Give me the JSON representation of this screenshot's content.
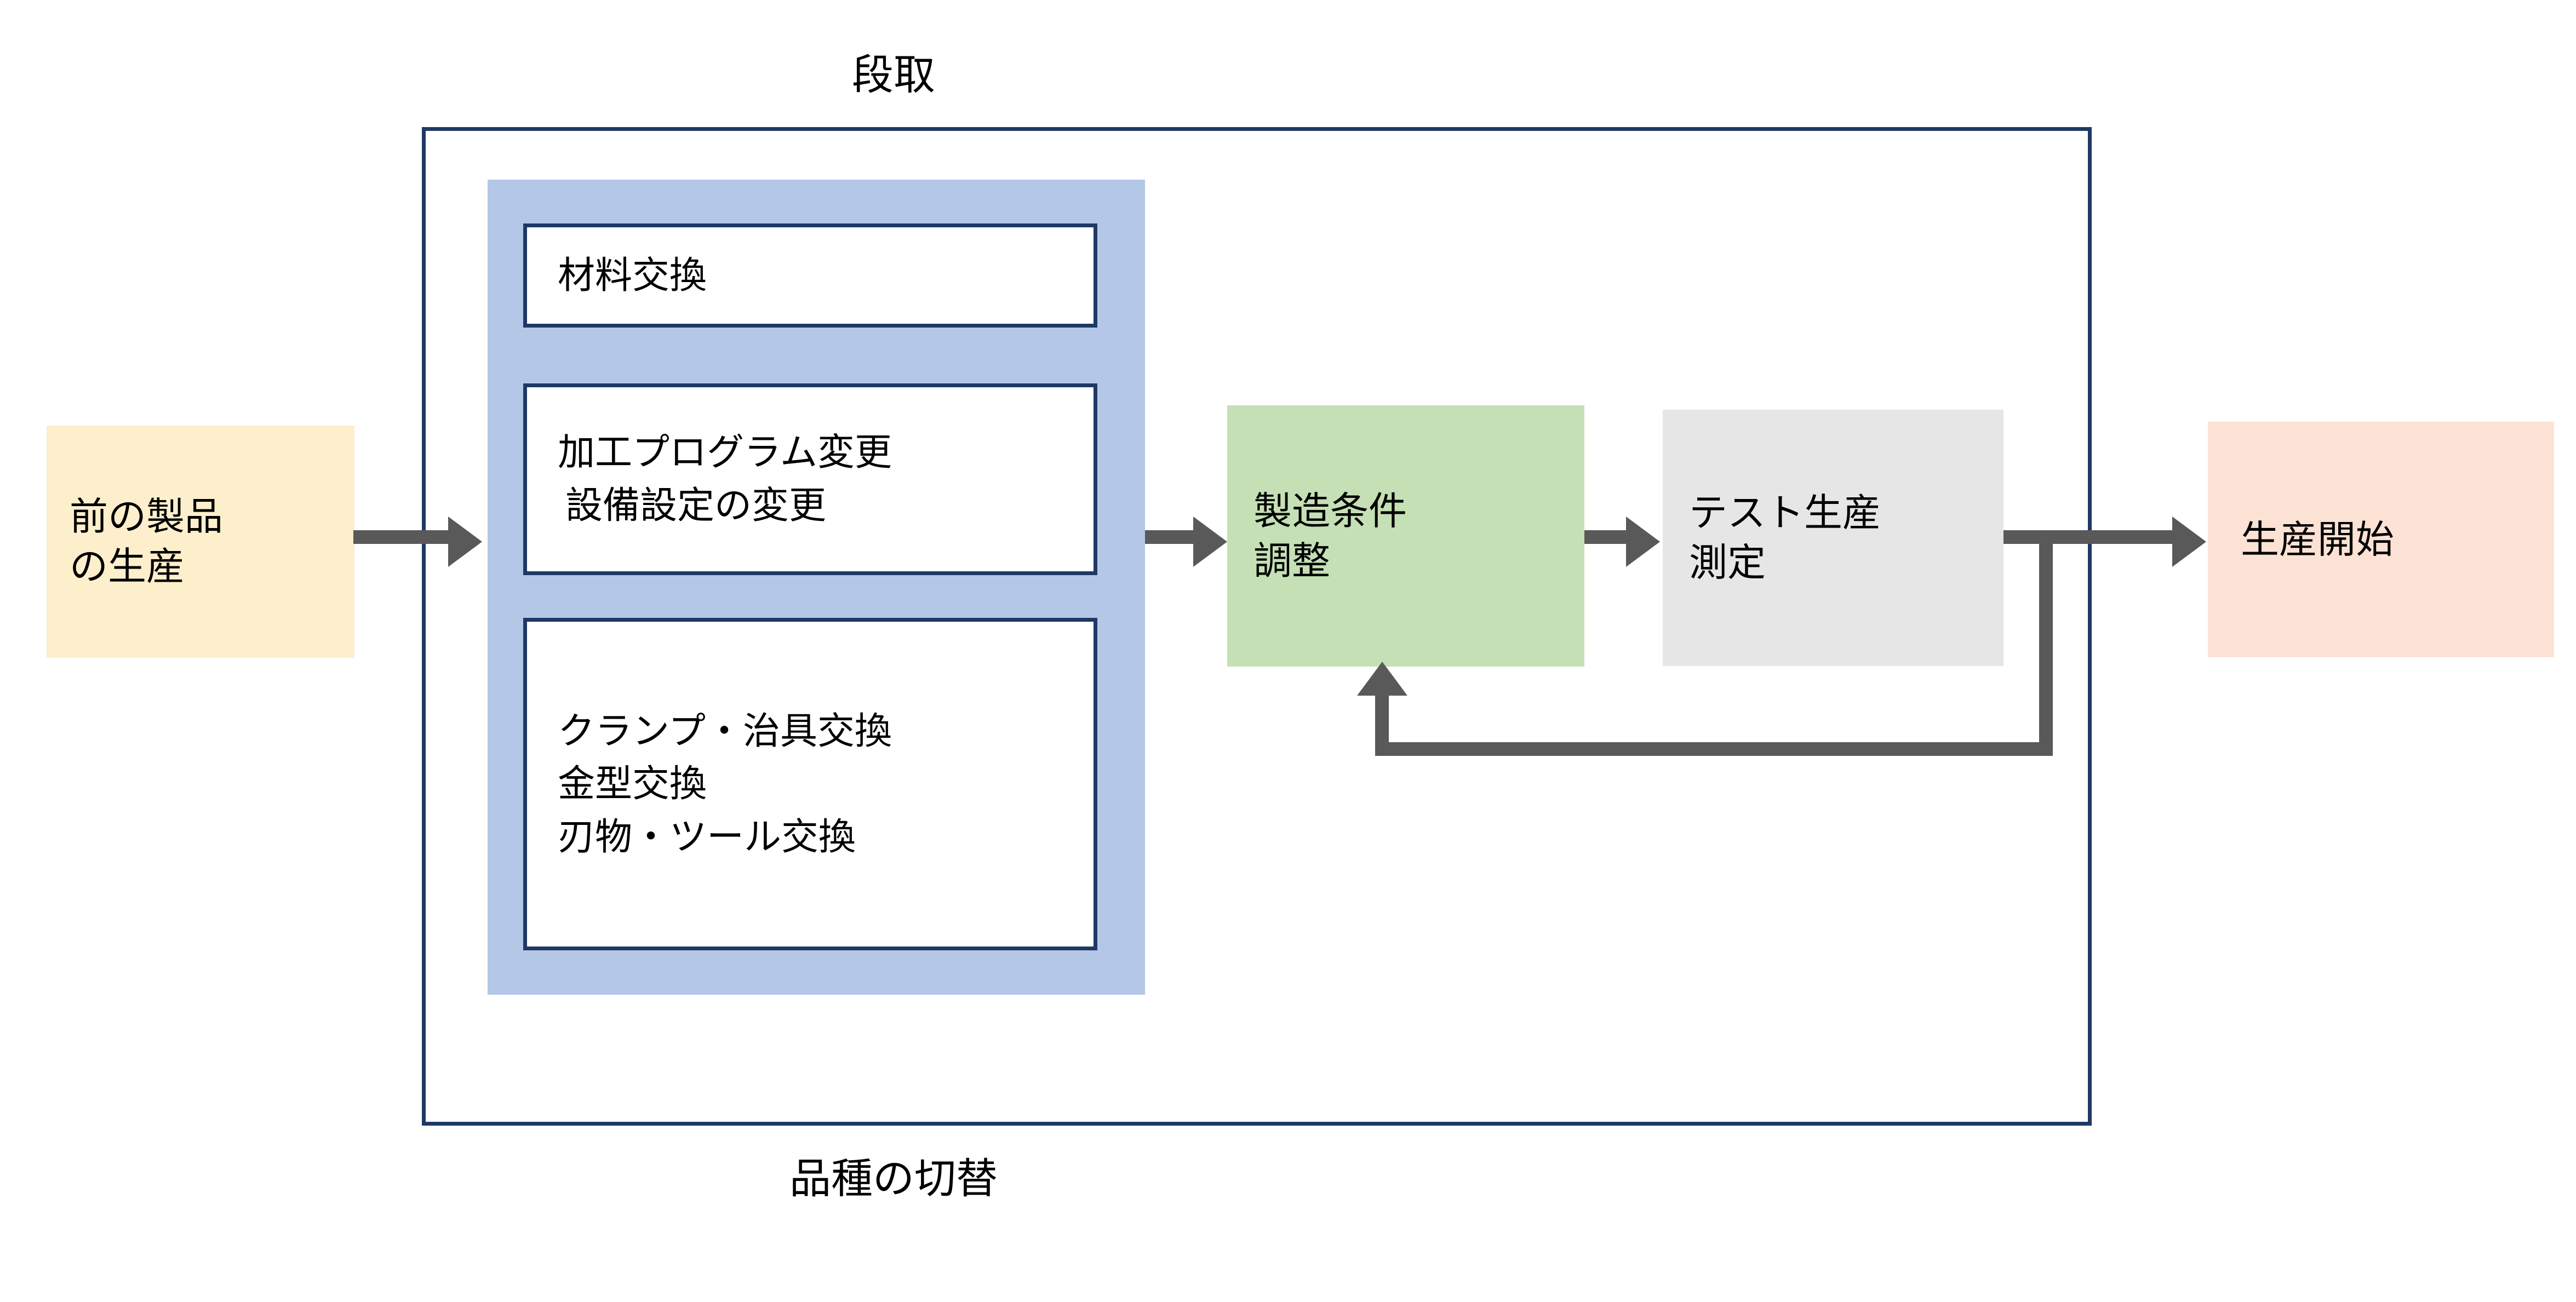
{
  "diagram": {
    "title_top": "段取",
    "title_bottom": "品種の切替",
    "colors": {
      "frame_border": "#1F3864",
      "group_panel": "#B4C7E7",
      "prev_production": "#FDEFCC",
      "condition_adjust": "#C5E0B4",
      "test_production": "#E7E6E6",
      "production_start": "#FBE2D5",
      "arrow": "#595959",
      "text": "#000000"
    },
    "nodes": {
      "prev_production": {
        "label": "前の製品\nの生産",
        "line1": "前の製品",
        "line2": "の生産"
      },
      "condition_adjust": {
        "label": "製造条件\n調整",
        "line1": "製造条件",
        "line2": "調整"
      },
      "test_production": {
        "label": "テスト生産\n測定",
        "line1": "テスト生産",
        "line2": "測定"
      },
      "production_start": {
        "label": "生産開始"
      }
    },
    "changeover_tasks": [
      {
        "id": "material",
        "lines": [
          "材料交換"
        ]
      },
      {
        "id": "program",
        "lines": [
          "加工プログラム変更",
          "設備設定の変更"
        ]
      },
      {
        "id": "tooling",
        "lines": [
          "クランプ・治具交換",
          "金型交換",
          "刃物・ツール交換"
        ]
      }
    ],
    "flow": [
      {
        "from": "prev_production",
        "to": "changeover_group",
        "type": "arrow"
      },
      {
        "from": "changeover_group",
        "to": "condition_adjust",
        "type": "arrow"
      },
      {
        "from": "condition_adjust",
        "to": "test_production",
        "type": "arrow"
      },
      {
        "from": "test_production",
        "to": "production_start",
        "type": "arrow"
      },
      {
        "from": "test_production",
        "to": "condition_adjust",
        "type": "feedback-loop"
      }
    ]
  }
}
